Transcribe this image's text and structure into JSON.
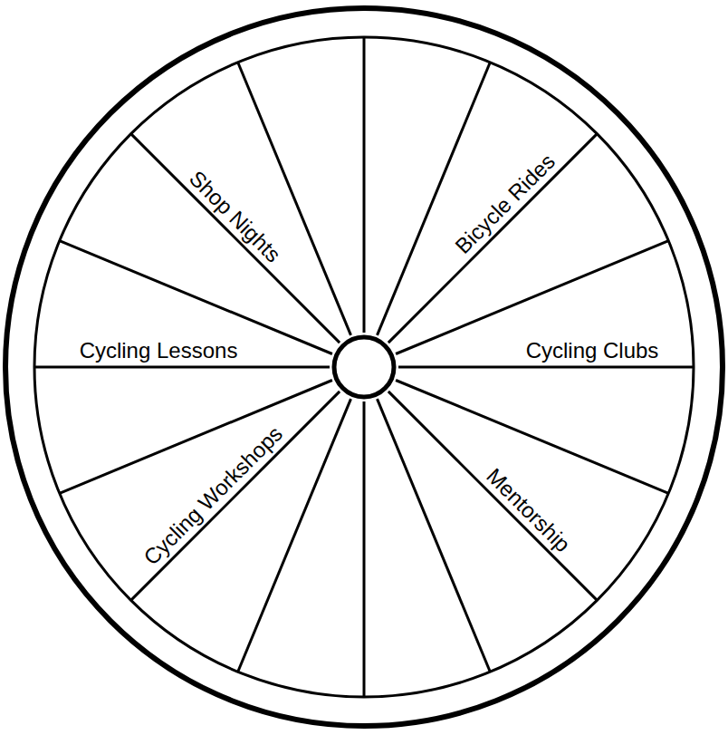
{
  "diagram": {
    "labels": [
      "Shop Nights",
      "Bicycle Rides",
      "Cycling Lessons",
      "Cycling Clubs",
      "Cycling Workshops",
      "Mentorship"
    ]
  }
}
